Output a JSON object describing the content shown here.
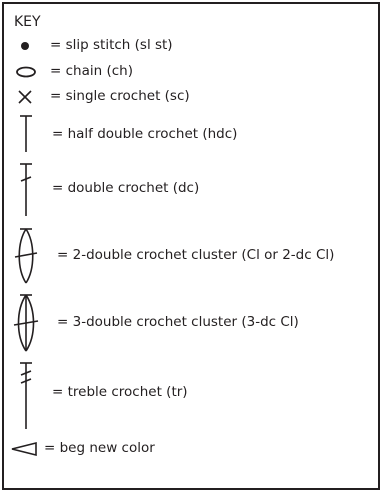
{
  "title": "KEY",
  "items": [
    {
      "symbol": "slip-stitch-dot",
      "label": "= slip stitch (sl st)"
    },
    {
      "symbol": "chain-oval",
      "label": "= chain (ch)"
    },
    {
      "symbol": "x-cross",
      "label": "= single crochet (sc)"
    },
    {
      "symbol": "t-bar-short",
      "label": "= half double crochet (hdc)"
    },
    {
      "symbol": "t-bar-one-slash",
      "label": "= double crochet (dc)"
    },
    {
      "symbol": "two-stitch-cluster",
      "label": "= 2-double crochet cluster (Cl or 2-dc Cl)"
    },
    {
      "symbol": "three-stitch-cluster",
      "label": "= 3-double crochet cluster (3-dc Cl)"
    },
    {
      "symbol": "t-bar-two-slash",
      "label": "= treble crochet (tr)"
    },
    {
      "symbol": "triangle-arrow",
      "label": "= beg new color"
    }
  ],
  "colors": {
    "ink": "#231f20",
    "background": "#ffffff"
  }
}
